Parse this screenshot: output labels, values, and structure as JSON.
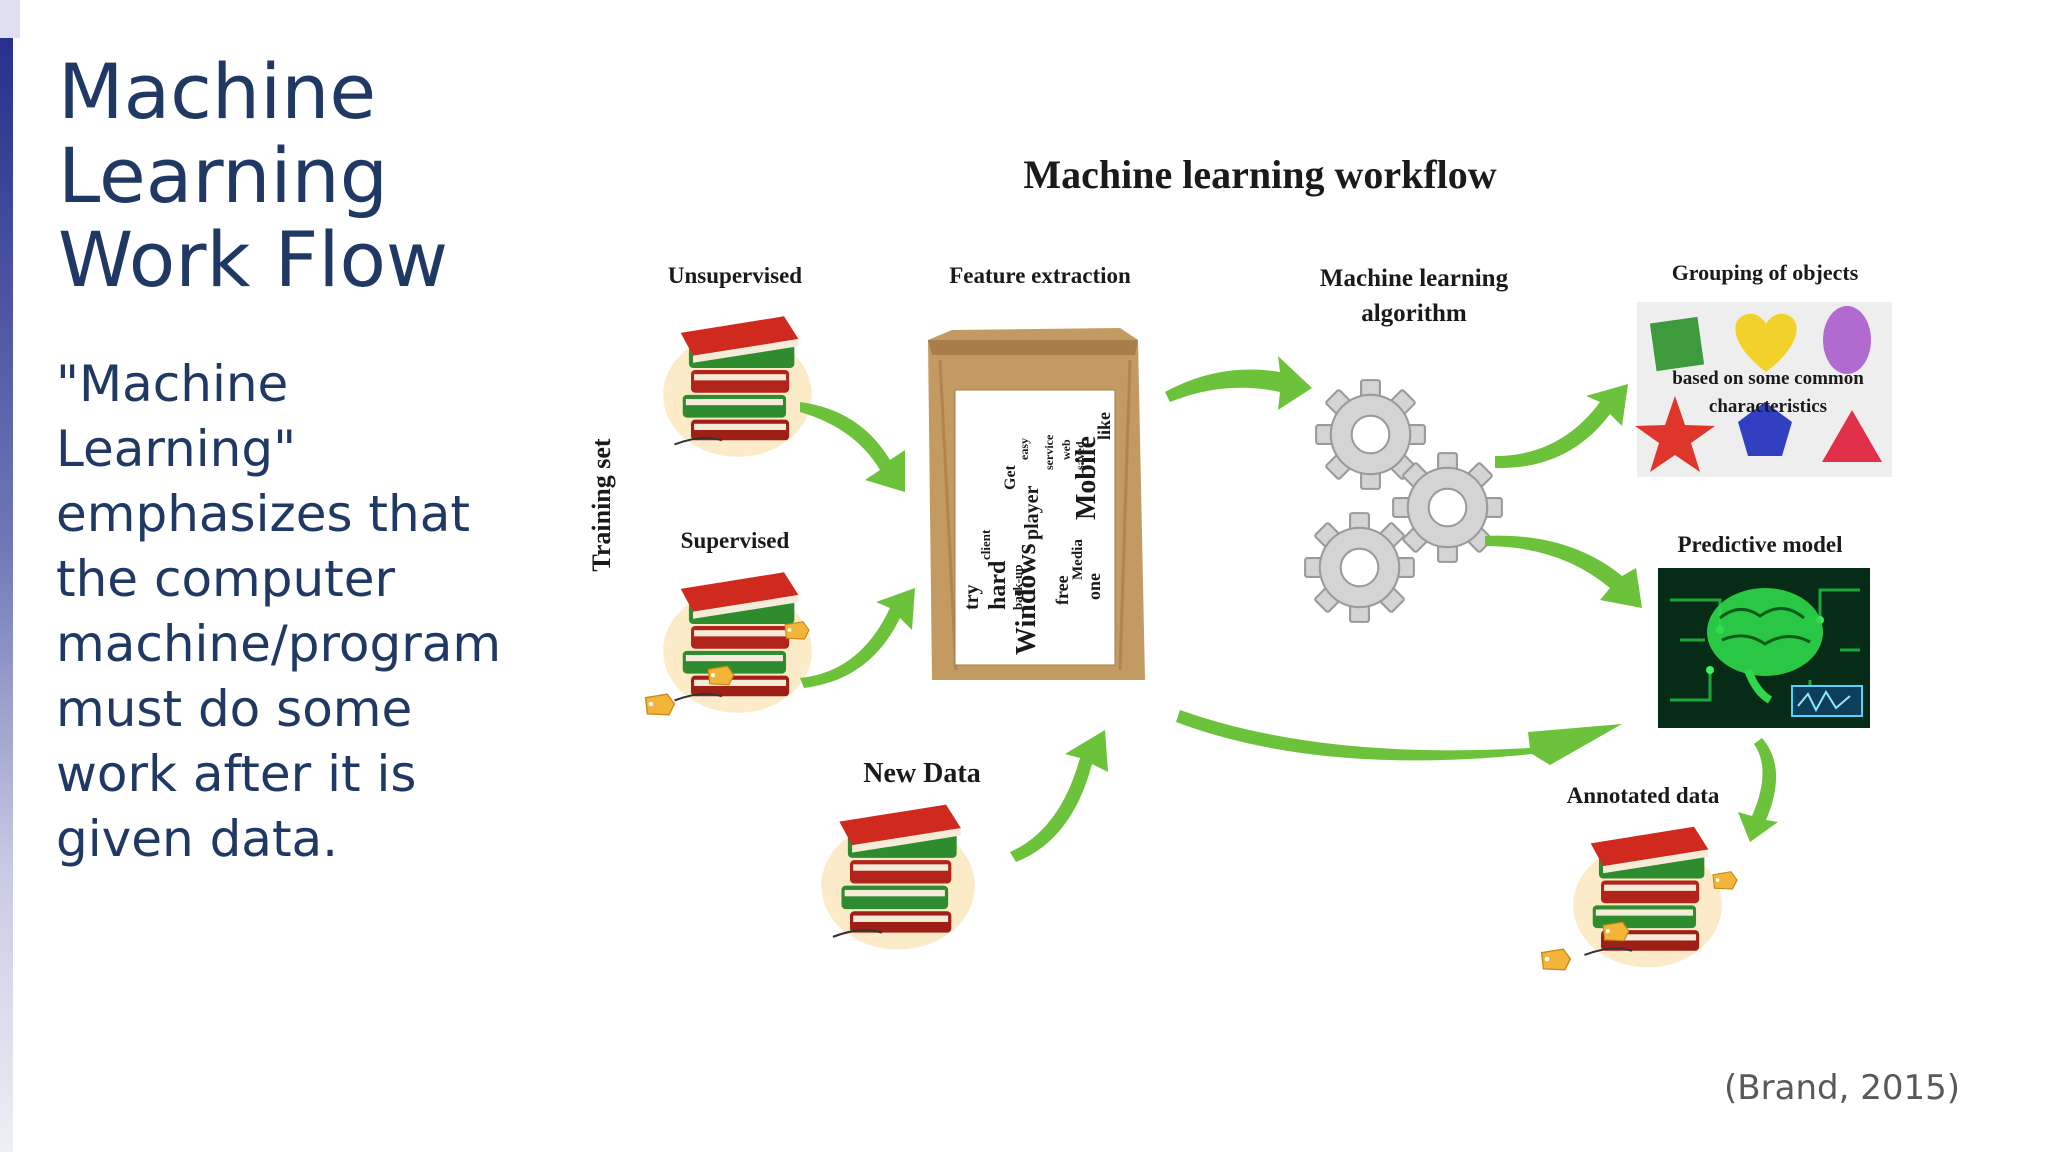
{
  "slide": {
    "title": "Machine Learning Work Flow",
    "body": "\"Machine Learning\" emphasizes that the computer machine/program must do some work after it is given data.",
    "citation": "(Brand, 2015)"
  },
  "diagram": {
    "title": "Machine learning workflow",
    "side_label": "Training set",
    "labels": {
      "unsupervised": "Unsupervised",
      "supervised": "Supervised",
      "new_data": "New Data",
      "feature_extraction": "Feature extraction",
      "ml_algorithm_line1": "Machine learning",
      "ml_algorithm_line2": "algorithm",
      "grouping": "Grouping of objects",
      "grouping_sub_line1": "based on some common",
      "grouping_sub_line2": "characteristics",
      "predictive_model": "Predictive model",
      "annotated_data": "Annotated data"
    },
    "bag_words": [
      "Windows",
      "Mobile",
      "hard",
      "try",
      "player",
      "like",
      "free",
      "one",
      "back-up",
      "client",
      "Get",
      "Media",
      "service",
      "web",
      "easy",
      "saved"
    ],
    "colors": {
      "arrow": "#6cc23a",
      "title_text": "#1f3864",
      "book_red": "#c8281e",
      "book_green": "#2e8b2e",
      "bag": "#c49a63",
      "gear": "#cfcfcf",
      "brain": "#35e04a"
    },
    "icons": [
      "book-stack-icon",
      "tag-icon",
      "paper-bag-icon",
      "gear-icon",
      "brain-circuit-icon",
      "shape-icon"
    ]
  }
}
